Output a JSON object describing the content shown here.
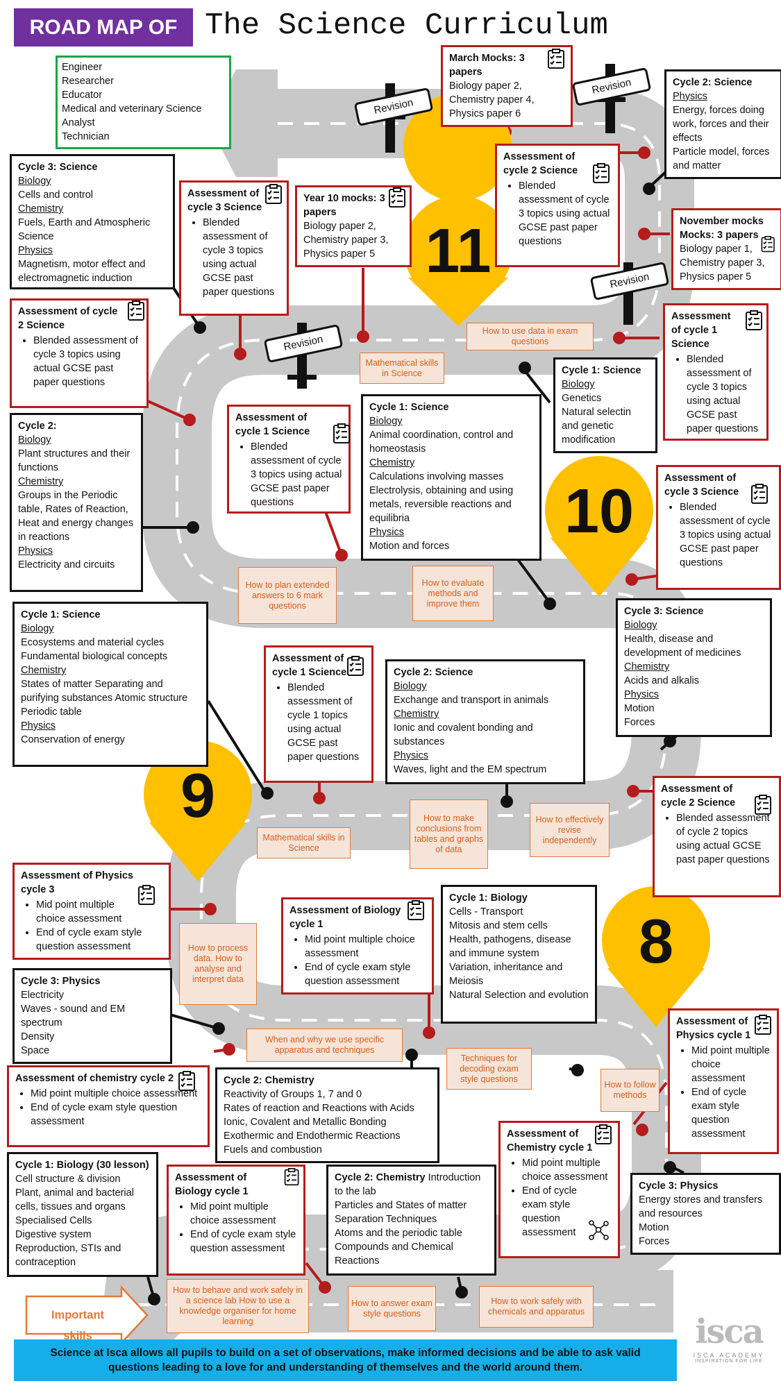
{
  "header": {
    "band": "ROAD MAP OF",
    "title": "The Science Curriculum"
  },
  "careers": [
    "Engineer",
    "Researcher",
    "Educator",
    "Medical and veterinary Science",
    "Analyst",
    "Technician"
  ],
  "revision_label": "Revision",
  "years": [
    "11",
    "10",
    "9",
    "8"
  ],
  "important_skills": "Important skills",
  "footer": "Science at Isca allows all pupils to build on a set of observations, make informed decisions and be able to ask valid questions leading to a love for and understanding of themselves and the world around them.",
  "logo": {
    "letters": "isca",
    "line1": "ISCA ACADEMY",
    "line2": "INSPIRATION FOR LIFE"
  },
  "boxes": {
    "march": {
      "title": "March Mocks: 3 papers",
      "lines": [
        "Biology paper 2,",
        "Chemistry paper 4,",
        "Physics paper 6"
      ]
    },
    "y11c2": {
      "title": "Cycle 2: Science",
      "sub": "Physics",
      "lines": [
        "Energy, forces doing work, forces and their effects",
        "Particle model, forces and matter"
      ]
    },
    "y11c3": {
      "title": "Cycle 3: Science",
      "s1": "Biology",
      "t1": "Cells and control",
      "s2": "Chemistry",
      "t2": "Fuels, Earth and Atmospheric Science",
      "s3": "Physics",
      "t3": "Magnetism, motor effect and electromagnetic induction"
    },
    "y11a3": {
      "title": "Assessment of cycle 3 Science",
      "bullet": "Blended assessment of cycle 3 topics using actual GCSE past paper questions"
    },
    "y10mocks": {
      "title": "Year 10 mocks: 3 papers",
      "lines": [
        "Biology paper 2,",
        "Chemistry paper 3,",
        "Physics paper 5"
      ]
    },
    "y11a2r": {
      "title": "Assessment of cycle 2 Science",
      "bullet": "Blended assessment of cycle 3 topics using actual GCSE past paper questions"
    },
    "novmocks": {
      "title": "November mocks",
      "title2": "Mocks:  3 papers",
      "lines": [
        "Biology paper 1,",
        "Chemistry paper 3,",
        "Physics paper 5"
      ]
    },
    "y11a2l": {
      "title": "Assessment of cycle 2 Science",
      "bullet": "Blended assessment of cycle 3 topics using actual GCSE past paper questions"
    },
    "y11a1r": {
      "title": "Assessment of cycle 1 Science",
      "bullet": "Blended assessment of cycle 3 topics using actual GCSE past paper questions"
    },
    "y11c1": {
      "title": "Cycle 1: Science",
      "sub": "Biology",
      "lines": [
        "Genetics",
        "Natural selectin and genetic modification"
      ]
    },
    "y10c2": {
      "title": "Cycle 2:",
      "s1": "Biology",
      "t1": "Plant structures and their functions",
      "s2": "Chemistry",
      "t2": "Groups in the Periodic table, Rates of Reaction, Heat and energy changes in reactions",
      "s3": "Physics",
      "t3": "Electricity and circuits"
    },
    "y10a1": {
      "title": "Assessment of cycle 1 Science",
      "bullet": "Blended assessment of cycle 3 topics using actual GCSE past paper questions"
    },
    "y10c1": {
      "title": "Cycle 1: Science",
      "s1": "Biology",
      "t1": "Animal coordination, control and homeostasis",
      "s2": "Chemistry",
      "t2": "Calculations involving masses Electrolysis, obtaining and using metals, reversible reactions and equilibria",
      "s3": "Physics",
      "t3": "Motion and forces"
    },
    "y10a3": {
      "title": "Assessment of cycle 3 Science",
      "bullet": "Blended assessment of cycle 3 topics using actual GCSE past paper questions"
    },
    "y9c1": {
      "title": "Cycle 1: Science",
      "s1": "Biology",
      "t1": "Ecosystems and material cycles Fundamental biological concepts",
      "s2": "Chemistry",
      "t2": "States of matter Separating and purifying substances Atomic structure Periodic table",
      "s3": "Physics",
      "t3": "Conservation of energy"
    },
    "y10c3": {
      "title": "Cycle 3: Science",
      "s1": "Biology",
      "t1": "Health, disease and development of medicines",
      "s2": "Chemistry",
      "t2": "Acids and alkalis",
      "s3": "Physics",
      "t3": "Motion Forces"
    },
    "y9a1": {
      "title": "Assessment of cycle 1 Science",
      "bullet": "Blended assessment of cycle 1 topics using actual GCSE past paper questions"
    },
    "y9c2": {
      "title": "Cycle 2: Science",
      "s1": "Biology",
      "t1": "Exchange and transport in animals",
      "s2": "Chemistry",
      "t2": "Ionic and covalent bonding and substances",
      "s3": "Physics",
      "t3": "Waves, light and the EM spectrum"
    },
    "y9a2": {
      "title": "Assessment of cycle 2 Science",
      "bullet": "Blended assessment of cycle 2 topics using actual GCSE past paper questions"
    },
    "y8aphys3": {
      "title": "Assessment of Physics cycle 3",
      "b1": "Mid point multiple choice assessment",
      "b2": "End of cycle exam style question assessment"
    },
    "y8abio": {
      "title": "Assessment of Biology cycle 1",
      "b1": "Mid point multiple choice assessment",
      "b2": "End of cycle exam style question assessment"
    },
    "y8c1bio": {
      "title": "Cycle 1: Biology",
      "lines": [
        "Cells - Transport",
        "Mitosis and stem cells",
        "Health, pathogens, disease and immune system",
        "Variation, inheritance and Meiosis",
        "Natural Selection and evolution"
      ]
    },
    "y8c3phys": {
      "title": "Cycle 3: Physics",
      "lines": [
        "Electricity",
        "Waves - sound and EM spectrum",
        "Density",
        "Space"
      ]
    },
    "y8aphys1": {
      "title": "Assessment of Physics cycle 1",
      "b1": "Mid point multiple choice assessment",
      "b2": "End of cycle exam style question assessment"
    },
    "y8achem2": {
      "title": "Assessment of chemistry cycle 2",
      "b1": "Mid point multiple choice assessment",
      "b2": "End of cycle exam style question assessment"
    },
    "y8c2chem": {
      "title": "Cycle 2: Chemistry",
      "lines": [
        "Reactivity of Groups 1, 7 and 0",
        "Rates of reaction and Reactions with Acids",
        "Ionic, Covalent and Metallic Bonding",
        "Exothermic and Endothermic Reactions",
        "Fuels and combustion"
      ]
    },
    "y7c1bio": {
      "title": "Cycle 1: Biology (30 lesson)",
      "lines": [
        "Cell structure & division",
        "Plant, animal and bacterial cells, tissues and organs",
        "Specialised Cells",
        "Digestive system",
        "Reproduction, STIs and contraception"
      ]
    },
    "y7abio": {
      "title": "Assessment of Biology cycle 1",
      "b1": "Mid point multiple choice assessment",
      "b2": "End of cycle exam style question assessment"
    },
    "y7c2chem": {
      "title": "Cycle 2: Chemistry",
      "title_rest": " Introduction to the lab",
      "lines": [
        "Particles and States of matter",
        "Separation Techniques",
        "Atoms and the periodic table",
        "Compounds and Chemical Reactions"
      ]
    },
    "y7achem1": {
      "title": "Assessment of Chemistry cycle 1",
      "b1": "Mid point multiple choice assessment",
      "b2": "End of cycle exam style question assessment"
    },
    "y7c3phys": {
      "title": "Cycle 3: Physics",
      "lines": [
        "Energy stores and transfers and resources",
        "Motion",
        "Forces"
      ]
    }
  },
  "skills": {
    "data_exam": "How to use data in exam questions",
    "math1": "Mathematical skills in Science",
    "plan6": "How to plan extended answers to 6 mark questions",
    "evaluate": "How to evaluate methods and improve them",
    "conclusions": "How to make conclusions from tables and graphs of data",
    "revise": "How to effectively revise independently",
    "math2": "Mathematical skills in Science",
    "process": "How to process data. How to analyse and interpret data",
    "apparatus": "When and why we use specific apparatus and techniques",
    "decoding": "Techniques for decoding exam style questions",
    "follow": "How to follow methods",
    "behave": "How to behave and work safely in a science lab How to use a knowledge organiser for home learning",
    "answer": "How to answer exam style questions",
    "safely": "How to work safely with chemicals and apparatus"
  }
}
